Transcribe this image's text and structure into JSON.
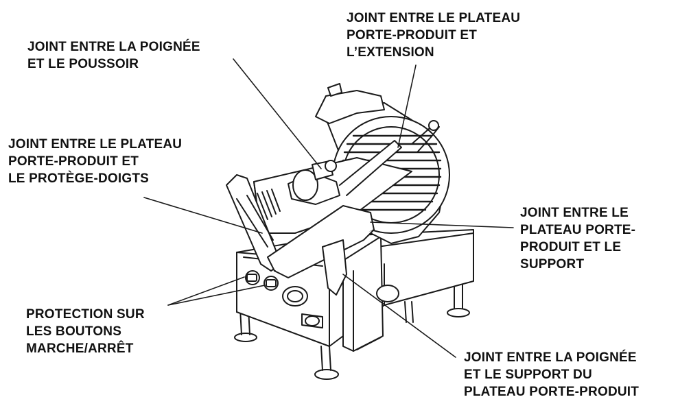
{
  "labels": {
    "handle_pusher": [
      "JOINT ENTRE LA POIGNÉE",
      "ET LE POUSSOIR"
    ],
    "tray_extension": [
      "JOINT ENTRE LE PLATEAU",
      "PORTE-PRODUIT ET",
      "L’EXTENSION"
    ],
    "tray_guard": [
      "JOINT ENTRE LE PLATEAU",
      "PORTE-PRODUIT ET",
      "LE PROTÈGE-DOIGTS"
    ],
    "tray_support": [
      "JOINT ENTRE LE",
      "PLATEAU PORTE-",
      "PRODUIT ET LE",
      "SUPPORT"
    ],
    "buttons": [
      "PROTECTION SUR",
      "LES BOUTONS",
      "MARCHE/ARRÊT"
    ],
    "handle_support": [
      "JOINT ENTRE LA POIGNÉE",
      "ET LE SUPPORT DU",
      "PLATEAU PORTE-PRODUIT"
    ]
  },
  "colors": {
    "line": "#1a1a1a",
    "background": "#ffffff"
  },
  "icons": {
    "machine": "meat-slicer-illustration"
  }
}
